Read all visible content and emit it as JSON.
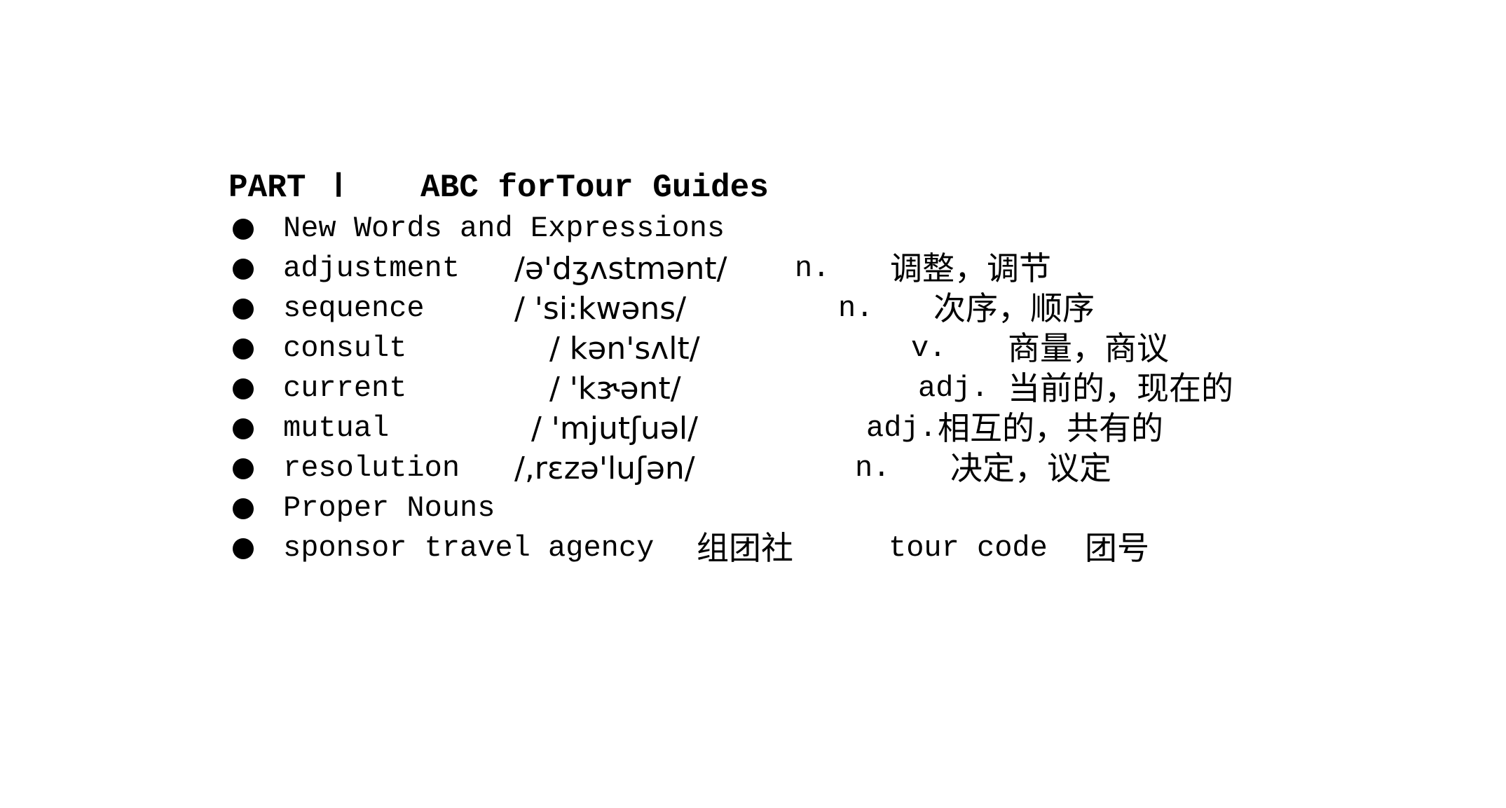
{
  "heading": {
    "part": "PART",
    "numeral": "Ⅰ",
    "title": "ABC forTour Guides"
  },
  "rows": [
    {
      "text": "New Words and Expressions"
    },
    {
      "word": "adjustment",
      "ipa": "/ə'dʒʌstmənt/",
      "pos": "n.",
      "meaning": "调整，调节"
    },
    {
      "word": "sequence",
      "ipa": "/ 'si:kwəns/",
      "pos": "n.",
      "meaning": "次序，顺序"
    },
    {
      "word": "consult",
      "ipa": "/ kən'sʌlt/",
      "pos": "v.",
      "meaning": "商量，商议"
    },
    {
      "word": "current",
      "ipa": "/ 'kɝənt/",
      "pos": "adj.",
      "meaning": "当前的，现在的"
    },
    {
      "word": "mutual",
      "ipa": "/ 'mjutʃuəl/",
      "pos": "adj.",
      "meaning": "相互的，共有的"
    },
    {
      "word": "resolution",
      "ipa": "/,rɛzə'luʃən/",
      "pos": "n.",
      "meaning": "决定，议定"
    },
    {
      "text": "Proper Nouns"
    },
    {
      "term1": "sponsor travel agency",
      "cn1": "组团社",
      "term2": "tour code",
      "cn2": "团号"
    }
  ]
}
